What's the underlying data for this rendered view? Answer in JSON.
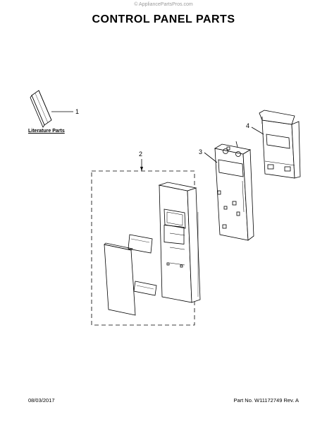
{
  "header": {
    "watermark": "© AppliancePartsPros.com",
    "title": "CONTROL PANEL PARTS"
  },
  "parts": {
    "literature_label": "Literature Parts",
    "callouts": [
      {
        "id": "1"
      },
      {
        "id": "2"
      },
      {
        "id": "3"
      },
      {
        "id": "4"
      }
    ]
  },
  "footer": {
    "date": "08/03/2017",
    "part_no": "Part No.  W11172749  Rev.  A"
  }
}
